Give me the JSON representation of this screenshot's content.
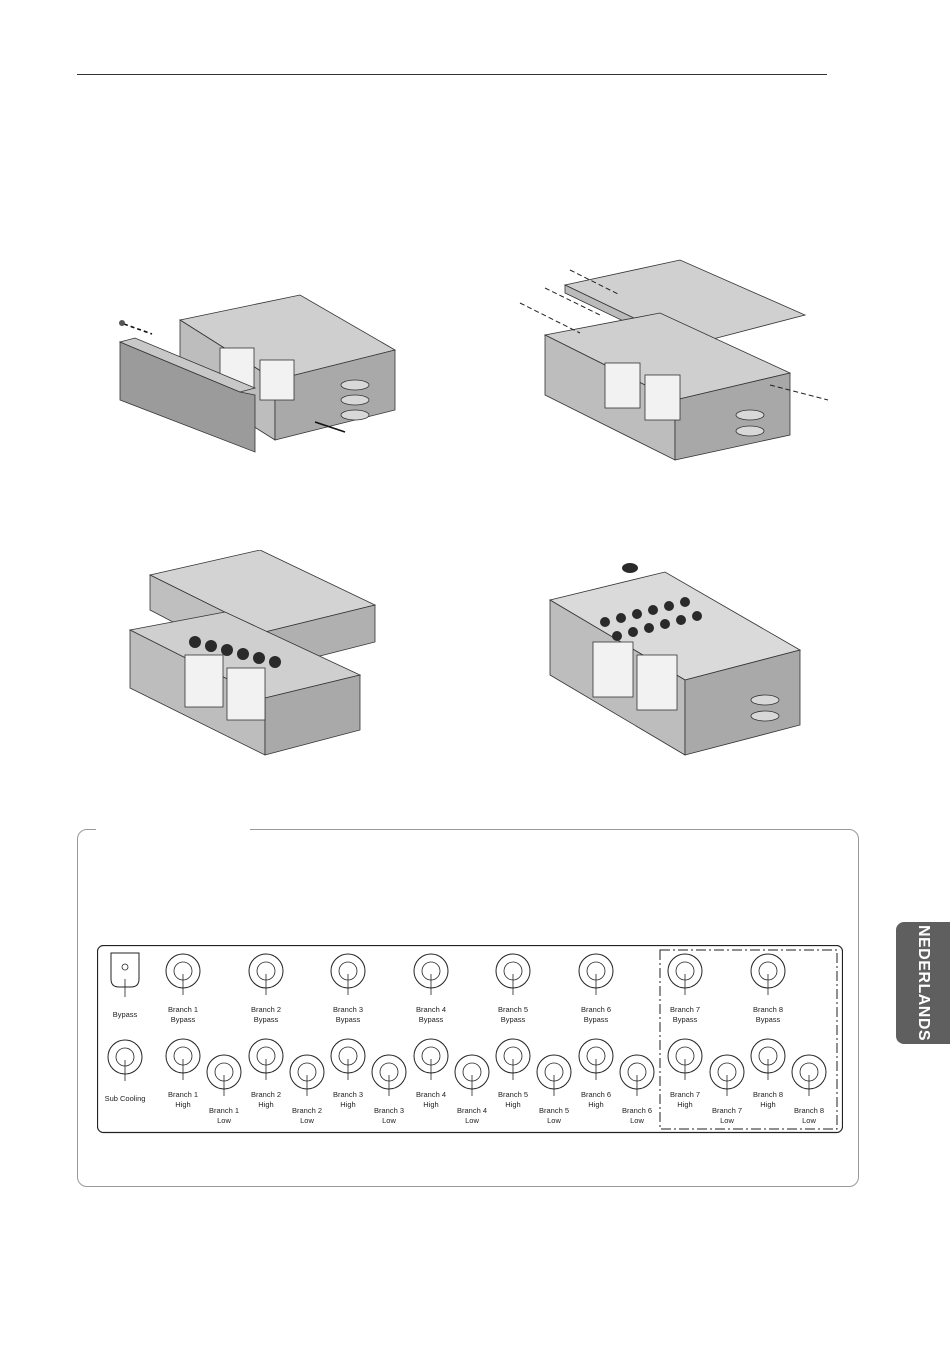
{
  "side_tab": {
    "label": "NEDERLANDS"
  },
  "port_labels": {
    "bypass": "Bypass",
    "sub_cooling": "Sub Cooling",
    "b1_bypass": [
      "Branch 1",
      "Bypass"
    ],
    "b2_bypass": [
      "Branch 2",
      "Bypass"
    ],
    "b3_bypass": [
      "Branch 3",
      "Bypass"
    ],
    "b4_bypass": [
      "Branch 4",
      "Bypass"
    ],
    "b5_bypass": [
      "Branch 5",
      "Bypass"
    ],
    "b6_bypass": [
      "Branch 6",
      "Bypass"
    ],
    "b7_bypass": [
      "Branch 7",
      "Bypass"
    ],
    "b8_bypass": [
      "Branch 8",
      "Bypass"
    ],
    "b1_high": [
      "Branch 1",
      "High"
    ],
    "b2_high": [
      "Branch 2",
      "High"
    ],
    "b3_high": [
      "Branch 3",
      "High"
    ],
    "b4_high": [
      "Branch 4",
      "High"
    ],
    "b5_high": [
      "Branch 5",
      "High"
    ],
    "b6_high": [
      "Branch 6",
      "High"
    ],
    "b7_high": [
      "Branch 7",
      "High"
    ],
    "b8_high": [
      "Branch 8",
      "High"
    ],
    "b1_low": [
      "Branch 1",
      "Low"
    ],
    "b2_low": [
      "Branch 2",
      "Low"
    ],
    "b3_low": [
      "Branch 3",
      "Low"
    ],
    "b4_low": [
      "Branch 4",
      "Low"
    ],
    "b5_low": [
      "Branch 5",
      "Low"
    ],
    "b6_low": [
      "Branch 6",
      "Low"
    ],
    "b7_low": [
      "Branch 7",
      "Low"
    ],
    "b8_low": [
      "Branch 8",
      "Low"
    ]
  }
}
